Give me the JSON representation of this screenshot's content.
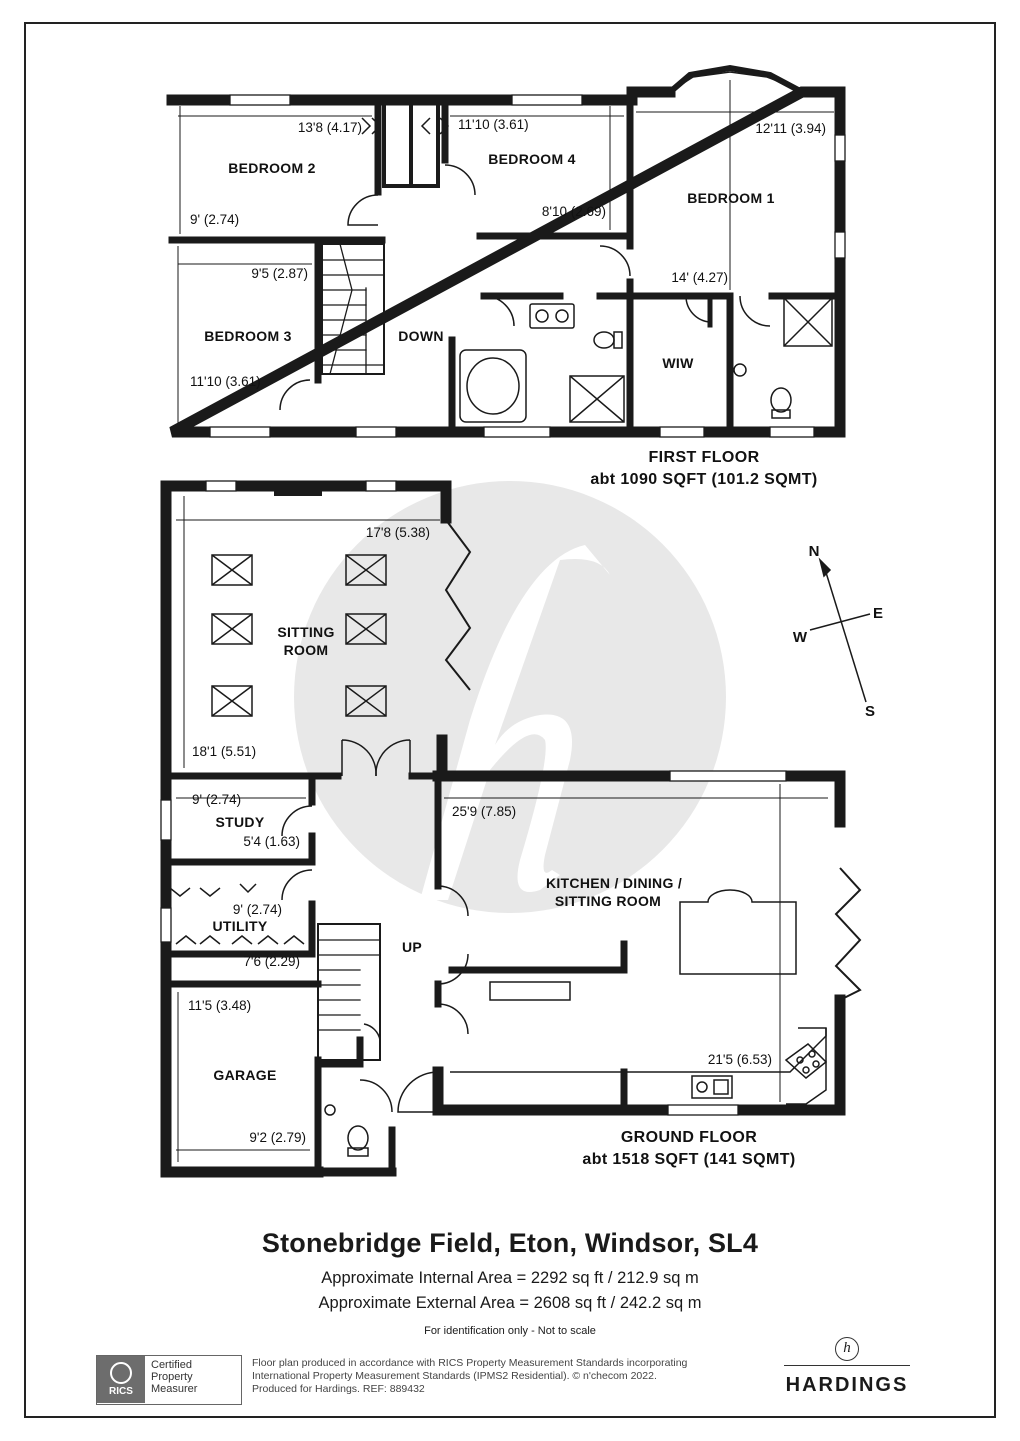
{
  "first_floor": {
    "rooms": {
      "bedroom2": "BEDROOM 2",
      "bedroom4": "BEDROOM 4",
      "bedroom1": "BEDROOM 1",
      "bedroom3": "BEDROOM 3",
      "down": "DOWN",
      "wiw": "WIW"
    },
    "dims": {
      "b2_w": "13'8 (4.17)",
      "b2_h": "9' (2.74)",
      "b4_w": "11'10 (3.61)",
      "b4_h": "8'10 (2.69)",
      "b1_w": "12'11 (3.94)",
      "b1_h": "14' (4.27)",
      "b3_w": "9'5 (2.87)",
      "b3_h": "11'10 (3.61)"
    },
    "label_1": "FIRST FLOOR",
    "label_2": "abt 1090 SQFT (101.2 SQMT)"
  },
  "ground_floor": {
    "rooms": {
      "sitting_1": "SITTING",
      "sitting_2": "ROOM",
      "study": "STUDY",
      "utility": "UTILITY",
      "up": "UP",
      "kitchen_1": "KITCHEN / DINING /",
      "kitchen_2": "SITTING ROOM",
      "garage": "GARAGE"
    },
    "dims": {
      "sit_w": "17'8 (5.38)",
      "sit_h": "18'1 (5.51)",
      "study_a": "9' (2.74)",
      "study_b": "5'4 (1.63)",
      "util_a": "9' (2.74)",
      "util_b": "7'6 (2.29)",
      "kit_w": "25'9 (7.85)",
      "kit_h": "21'5 (6.53)",
      "gar_a": "11'5 (3.48)",
      "gar_b": "9'2 (2.79)"
    },
    "label_1": "GROUND FLOOR",
    "label_2": "abt 1518 SQFT (141 SQMT)"
  },
  "compass": {
    "n": "N",
    "e": "E",
    "w": "W",
    "s": "S"
  },
  "address": "Stonebridge Field, Eton, Windsor, SL4",
  "internal_area": "Approximate Internal Area = 2292 sq ft / 212.9 sq m",
  "external_area": "Approximate External Area = 2608 sq ft / 242.2 sq m",
  "note": "For identification only - Not to scale",
  "rics": {
    "logo": "RICS",
    "line1": "Certified",
    "line2": "Property",
    "line3": "Measurer"
  },
  "legal": {
    "line1": "Floor plan produced in accordance with RICS Property Measurement Standards incorporating",
    "line2": "International Property Measurement Standards (IPMS2 Residential).  © n'checom 2022.",
    "line3": "Produced for Hardings.   REF:  889432"
  },
  "brand": {
    "mark": "h",
    "name": "HARDINGS"
  },
  "colors": {
    "wall": "#1a1a1a",
    "watermark": "#e6e6e6",
    "rics_grey": "#6d6d6d"
  }
}
